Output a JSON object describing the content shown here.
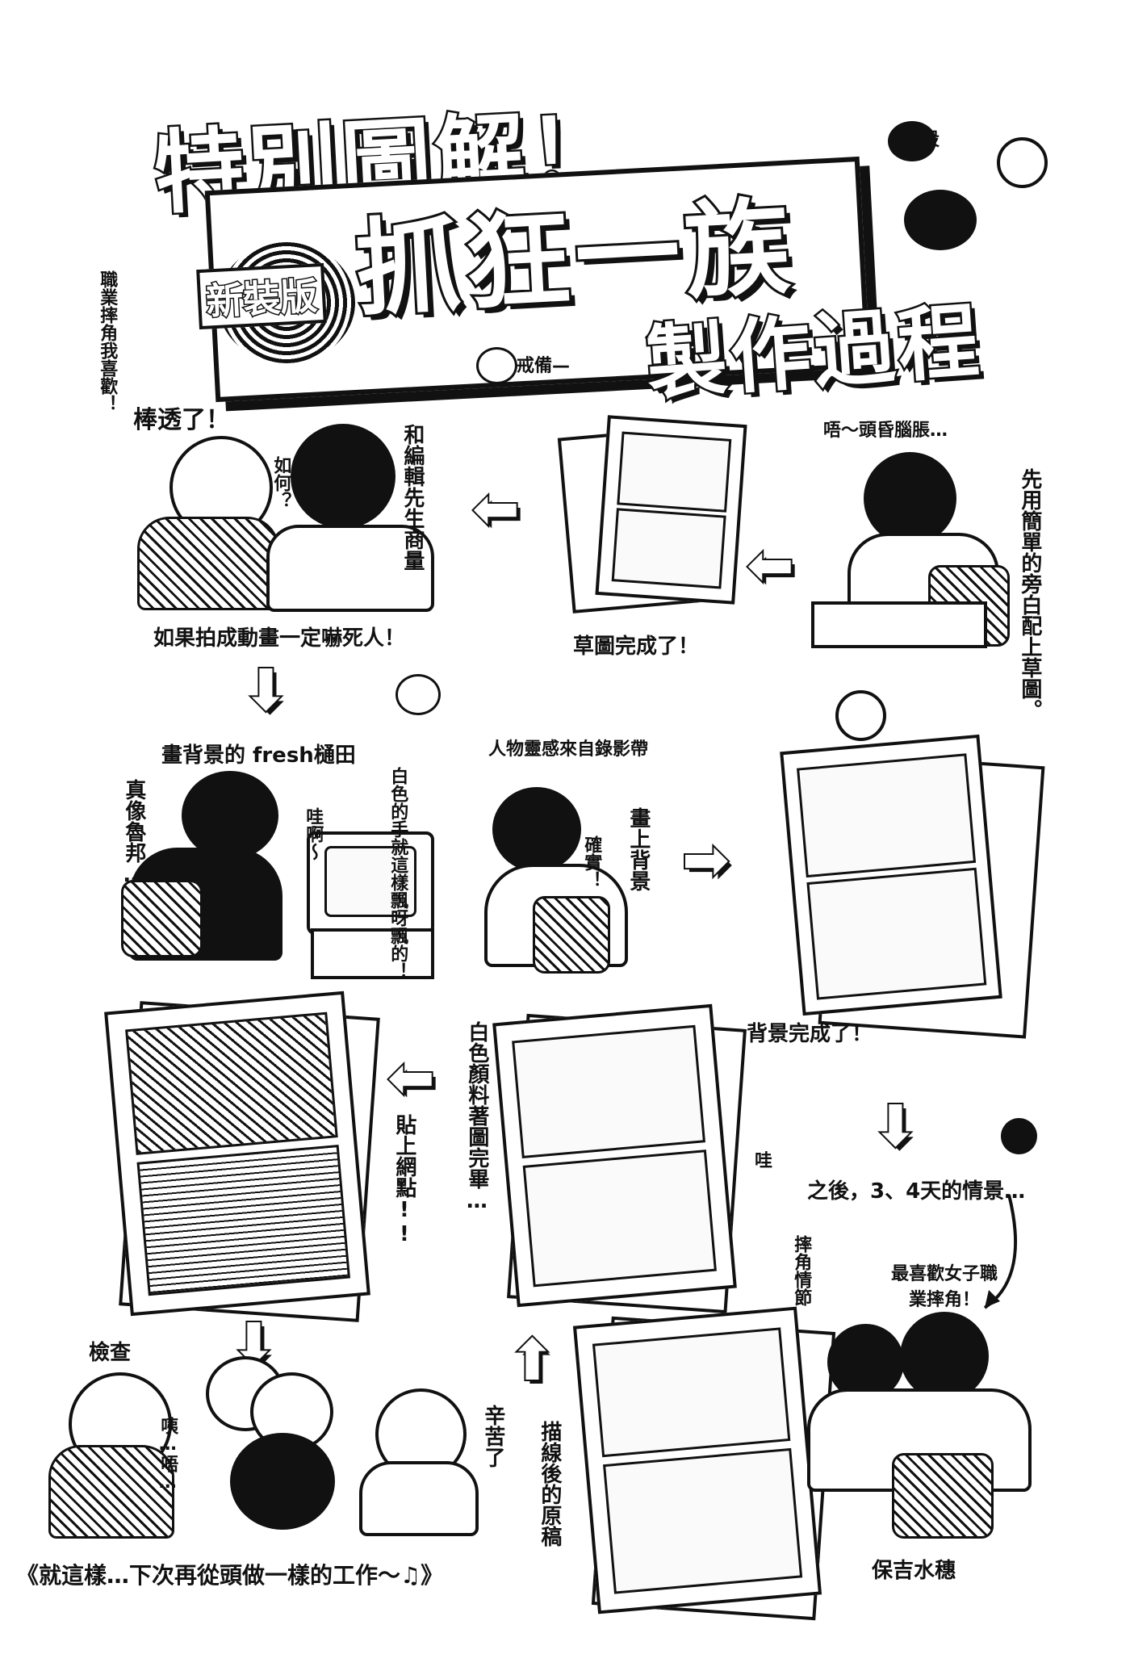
{
  "title": {
    "top": "特別圖解！",
    "badge": "新裝版",
    "main": "抓狂一族",
    "sub": "製作過程"
  },
  "labels": {
    "pro_wrestling_love": "職業摔角我喜歡！",
    "buttocks": "屁股",
    "caution": "戒備—",
    "awesome": "棒透了！",
    "how_about": "如何？",
    "discuss_editor": "和編輯先生商量",
    "if_animated": "如果拍成動畫一定嚇死人！",
    "storyboard_done": "草圖完成了！",
    "dizzy": "唔～頭昏腦脹…",
    "simple_narration": "先用簡單的旁白配上草圖。",
    "fresh_higuchi": "畫背景的 fresh樋田",
    "like_rockbang": "真像魯邦……",
    "wow": "哇啊～",
    "white_hands": "白色的手就這樣飄呀飄的！",
    "inspiration": "人物靈感來自錄影帶",
    "indeed": "確實！",
    "draw_bg": "畫上背景",
    "bg_done": "背景完成了！",
    "white_paint_done": "白色顏料著圖完畢…",
    "apply_tone": "貼上網點!!",
    "wa": "哇",
    "after_days": "之後，3、4天的情景…",
    "wrestling_plot": "摔角情節",
    "fav_women_wrestling": "最喜歡女子職業摔角！",
    "check": "檢查",
    "hmm": "咦…唔…",
    "thanks": "辛苦了",
    "inked_original": "描線後的原稿",
    "yasuyoshi": "保吉水穗",
    "ending": "《就這樣…下次再從頭做一樣的工作～♫》"
  }
}
